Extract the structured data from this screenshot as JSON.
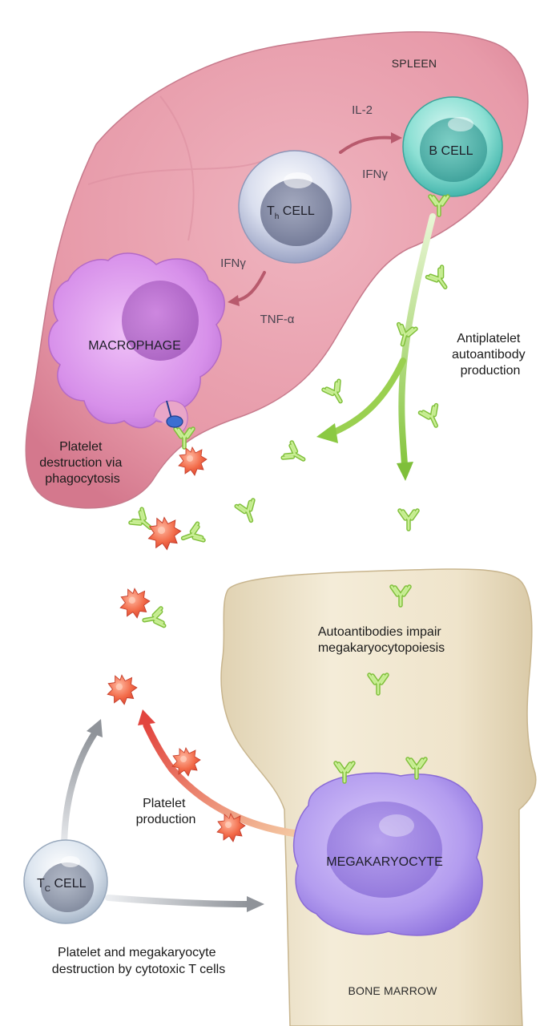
{
  "regions": {
    "spleen": "SPLEEN",
    "bone_marrow": "BONE MARROW"
  },
  "cells": {
    "th": {
      "main": "T",
      "sub": "h",
      "suffix": " CELL"
    },
    "b": "B CELL",
    "macrophage": "MACROPHAGE",
    "megakaryocyte": "MEGAKARYOCYTE",
    "tc": {
      "main": "T",
      "sub": "C",
      "suffix": " CELL"
    }
  },
  "cytokines": {
    "il2": "IL-2",
    "ifng_b": "IFNγ",
    "ifng_mac": "IFNγ",
    "tnfa": "TNF-α"
  },
  "captions": {
    "antiplatelet": [
      "Antiplatelet",
      "autoantibody",
      "production"
    ],
    "phagocytosis": [
      "Platelet",
      "destruction via",
      "phagocytosis"
    ],
    "impair": [
      "Autoantibodies impair",
      "megakaryocytopoiesis"
    ],
    "production": [
      "Platelet",
      "production"
    ],
    "cytotoxic": [
      "Platelet and megakaryocyte",
      "destruction by cytotoxic T cells"
    ]
  },
  "colors": {
    "spleen": "#e8a3b0",
    "bone": "#efe4cc",
    "b_cell": "#7fd9cf",
    "th_cell": "#c9cfe3",
    "macrophage": "#d58be6",
    "megakaryocyte": "#b197ec",
    "platelet": "#f0603f",
    "antibody": "#a6dc62",
    "arrow_green": "#8bc942",
    "arrow_red": "#e2453f",
    "arrow_gray": "#9b9ea3"
  }
}
